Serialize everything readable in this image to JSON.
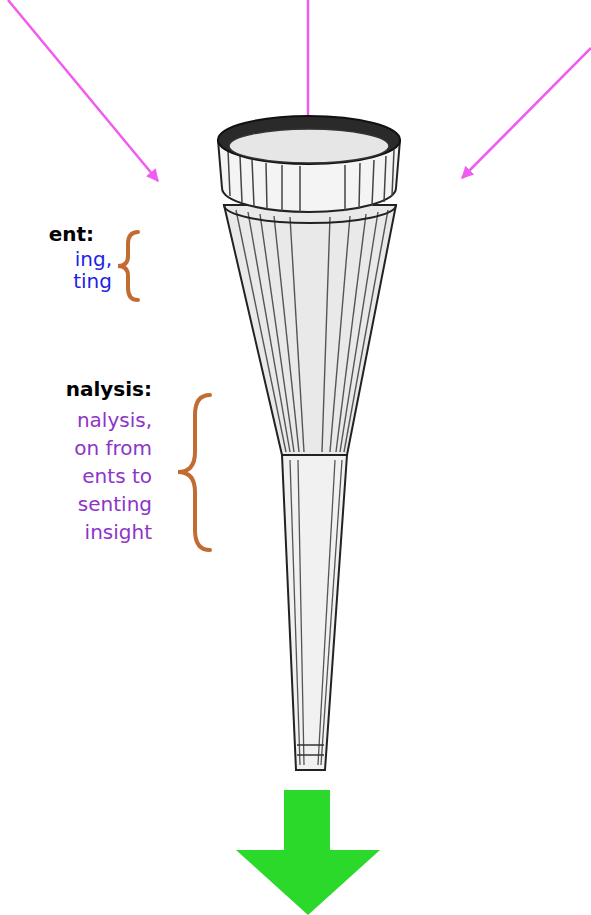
{
  "diagram": {
    "labels": [
      "ent:",
      "ing, ting",
      "nalysis:",
      "nalysis, on from ents to senting insight"
    ]
  }
}
